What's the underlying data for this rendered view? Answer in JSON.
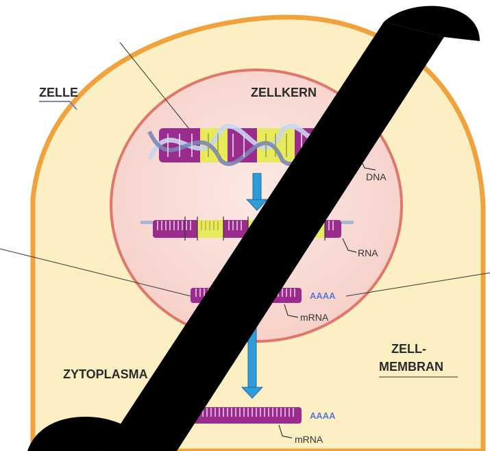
{
  "labels": {
    "cell": "ZELLE",
    "nucleus": "ZELLKERN",
    "cytoplasm": "ZYTOPLASMA",
    "membrane_line1": "ZELL-",
    "membrane_line2": "MEMBRAN",
    "dna": "DNA",
    "rna": "RNA",
    "mrna_nucleus": "mRNA",
    "mrna_cytoplasm": "mRNA",
    "polya_1": "AAAA",
    "polya_2": "AAAA"
  },
  "colors": {
    "cytoplasm_fill": "#fcefc4",
    "membrane": "#f0a23c",
    "nucleus_fill": "#f9ddd7",
    "nuclear_envelope": "#e0766c",
    "strand_purple": "#9a2c8e",
    "strand_yellow": "#e7ea5a",
    "arrow_blue": "#2f9bd8",
    "ribosome": "#f3b8b0",
    "watermark": "#000000"
  },
  "icons": {
    "step_arrows": "arrow-down-icon"
  }
}
